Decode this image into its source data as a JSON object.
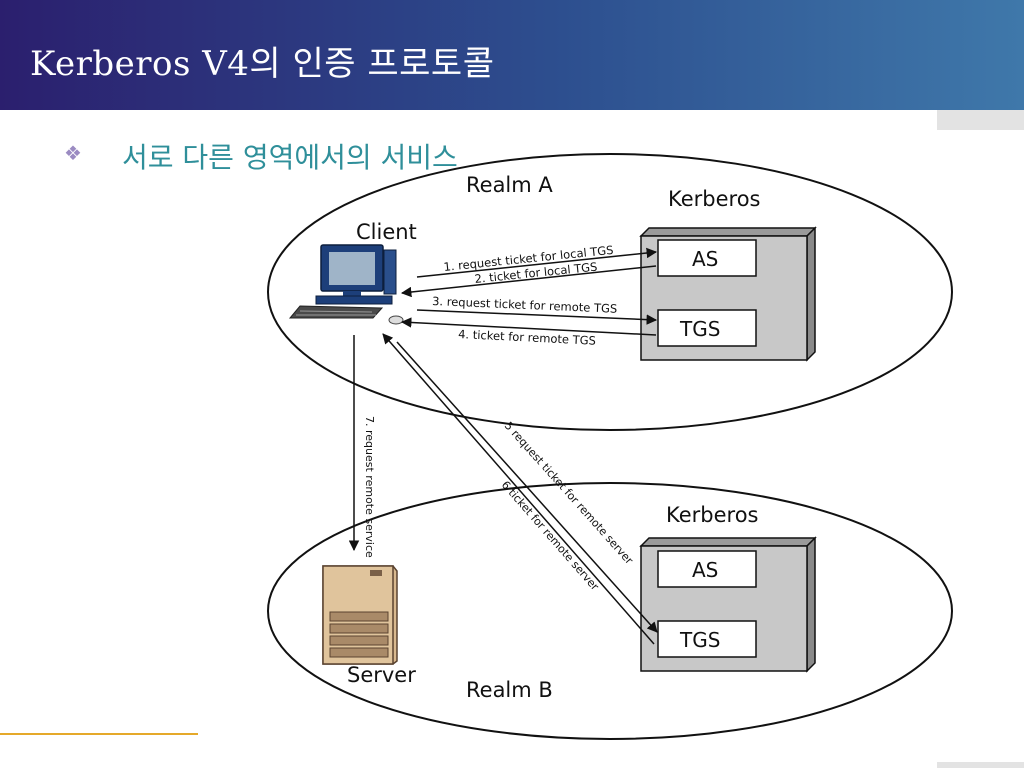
{
  "header": {
    "title": "Kerberos V4의 인증 프로토콜"
  },
  "subtitle": "서로 다른 영역에서의 서비스",
  "bullet_icon": "diamond-cluster-icon",
  "colors": {
    "header_start": "#2b1f6e",
    "header_end": "#3f78aa",
    "subtitle": "#2f8f9a",
    "accent_line": "#e5a92a",
    "kerberos_box": "#c8c8c8"
  },
  "diagram": {
    "realm_a": {
      "label": "Realm A",
      "client_label": "Client",
      "kerberos_label": "Kerberos",
      "as_label": "AS",
      "tgs_label": "TGS"
    },
    "realm_b": {
      "label": "Realm B",
      "server_label": "Server",
      "kerberos_label": "Kerberos",
      "as_label": "AS",
      "tgs_label": "TGS"
    },
    "messages": {
      "m1": "1. request ticket for local TGS",
      "m2": "2. ticket for local TGS",
      "m3": "3. request ticket for remote TGS",
      "m4": "4. ticket for remote TGS",
      "m5": "5 request ticket for remote server",
      "m6": "6 ticket for remote server",
      "m7": "7. request remote service"
    }
  }
}
